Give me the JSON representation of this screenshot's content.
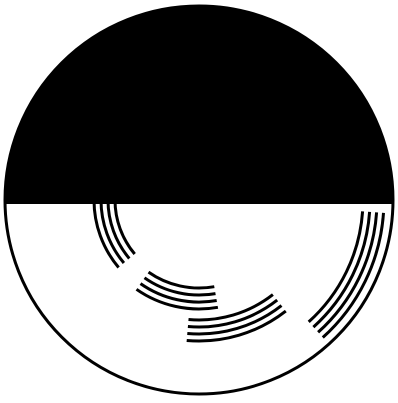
{
  "diagram": {
    "kind": "circular symbol",
    "halves": {
      "top": "filled",
      "bottom": "empty"
    },
    "arc_groups": [
      {
        "name": "inner-left-arc-group",
        "stroke_count": 4
      },
      {
        "name": "inner-bottom-arc-group",
        "stroke_count": 4
      },
      {
        "name": "outer-bottom-arc-group",
        "stroke_count": 4
      },
      {
        "name": "outer-right-arc-group",
        "stroke_count": 4
      }
    ],
    "colors": {
      "fill": "#000000",
      "background": "#ffffff",
      "stroke": "#000000"
    }
  }
}
